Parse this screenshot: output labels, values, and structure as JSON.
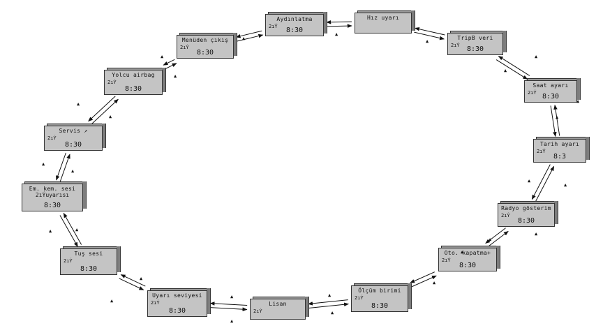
{
  "nodes": [
    {
      "id": "aydinlatma",
      "label": "Aydınlatma",
      "indicator": "2ıÝ",
      "time": "8:30"
    },
    {
      "id": "hiz-uyari",
      "label": "Hız uyarı",
      "indicator": "",
      "time": ""
    },
    {
      "id": "tripb-veri",
      "label": "TripB veri",
      "indicator": "2ıÝ",
      "time": "8:30"
    },
    {
      "id": "saat-ayari",
      "label": "Saat ayarı",
      "indicator": "2ıÝ",
      "time": "8:30"
    },
    {
      "id": "tarih-ayari",
      "label": "Tarih ayarı",
      "indicator": "2ıÝ",
      "time": "8:3"
    },
    {
      "id": "radyo-gosterimi",
      "label": "Radyo gösterim",
      "indicator": "2ıÝ",
      "time": "8:30"
    },
    {
      "id": "oto-kapatma",
      "label": "Oto. kapatma+",
      "indicator": "2ıÝ",
      "time": "8:30"
    },
    {
      "id": "olcum-birimi",
      "label": "Ölçüm birimi",
      "indicator": "2ıÝ",
      "time": "8:30"
    },
    {
      "id": "lisan",
      "label": "Lisan",
      "indicator": "2ıÝ",
      "time": ""
    },
    {
      "id": "uyari-seviyesi",
      "label": "Uyarı seviyesi",
      "indicator": "2ıÝ",
      "time": "8:30"
    },
    {
      "id": "tus-sesi",
      "label": "Tuş sesi",
      "indicator": "2ıÝ",
      "time": "8:30"
    },
    {
      "id": "em-kem-sesi",
      "label": "Em. kem. sesi",
      "label2": "2ıÝuyarısı",
      "indicator": "",
      "time": "8:30"
    },
    {
      "id": "servis",
      "label": "Servis  ↗",
      "indicator": "2ıÝ",
      "time": "8:30"
    },
    {
      "id": "yolcu-airbag",
      "label": "Yolcu airbag",
      "indicator": "2ıÝ",
      "time": "8:30"
    },
    {
      "id": "menuden-cikis",
      "label": "Menüden çıkış",
      "indicator": "2ıÝ",
      "time": "8:30"
    }
  ],
  "arrow_marker": "▲"
}
